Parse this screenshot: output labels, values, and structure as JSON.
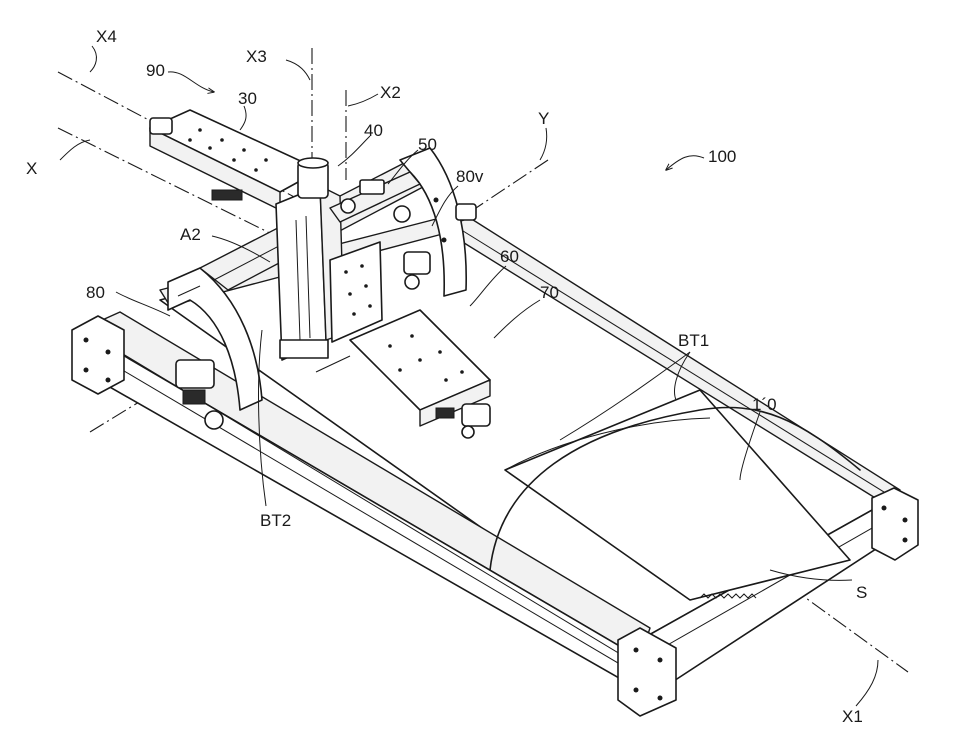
{
  "labels": {
    "x4": "X4",
    "n90": "90",
    "x3": "X3",
    "n30": "30",
    "x2": "X2",
    "n40": "40",
    "n50": "50",
    "x": "X",
    "y": "Y",
    "n80v": "80v",
    "n100": "100",
    "a2": "A2",
    "n60": "60",
    "n70": "70",
    "n80": "80",
    "bt1": "BT1",
    "n110": "1´0",
    "bt2": "BT2",
    "s": "S",
    "x1": "X1"
  }
}
